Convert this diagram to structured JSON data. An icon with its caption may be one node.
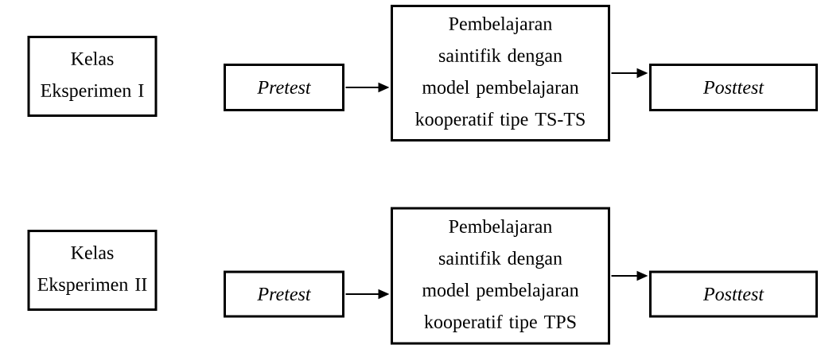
{
  "diagram": {
    "nodes": [
      {
        "text": [
          "Kelas Eksperimen I"
        ]
      },
      {
        "text": [
          "Pretest"
        ]
      },
      {
        "text": [
          "Pembelajaran saintifik dengan model pembelajaran kooperatif tipe TS-TS"
        ]
      },
      {
        "text": [
          "Posttest"
        ]
      },
      {
        "text": [
          "Kelas Eksperimen II"
        ]
      },
      {
        "text": [
          "Pretest"
        ]
      },
      {
        "text": [
          "Pembelajaran saintifik dengan model pembelajaran kooperatif tipe TPS"
        ]
      },
      {
        "text": [
          "Posttest"
        ]
      }
    ],
    "edges": [
      {
        "from": 1,
        "to": 2,
        "arrow": "to"
      },
      {
        "from": 2,
        "to": 3,
        "arrow": "to"
      },
      {
        "from": 5,
        "to": 6,
        "arrow": "to"
      },
      {
        "from": 6,
        "to": 7,
        "arrow": "to"
      }
    ]
  }
}
